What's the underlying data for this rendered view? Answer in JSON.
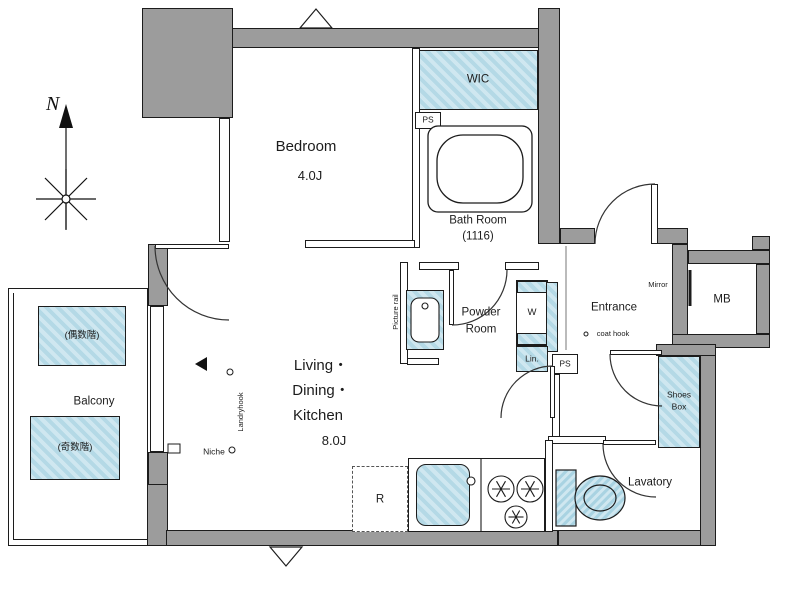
{
  "compass": {
    "north": "N"
  },
  "rooms": {
    "bedroom": {
      "name": "Bedroom",
      "size": "4.0J"
    },
    "wic": {
      "name": "WIC"
    },
    "bath": {
      "name": "Bath Room",
      "size": "(1116)"
    },
    "powder": {
      "name_line1": "Powder",
      "name_line2": "Room"
    },
    "entrance": {
      "name": "Entrance"
    },
    "mb": {
      "name": "MB"
    },
    "ldk": {
      "name_line1": "Living・",
      "name_line2": "Dining・",
      "name_line3": "Kitchen",
      "size": "8.0J"
    },
    "balcony": {
      "name": "Balcony",
      "even_floor_box": "(偶数階)",
      "odd_floor_box": "(奇数階)"
    },
    "lavatory": {
      "name": "Lavatory"
    },
    "shoes_box": {
      "name_line1": "Shoes",
      "name_line2": "Box"
    }
  },
  "fixtures": {
    "pipe_space_top": "PS",
    "pipe_space_hall": "PS",
    "washing_machine": "W",
    "linen": "Lin.",
    "refrigerator": "R",
    "mirror": "Mirror",
    "coat_hook": "coat hook",
    "niche": "Niche",
    "laundry_hook": "Landryhook",
    "picture_rail": "Picture rail"
  },
  "colors": {
    "wall_fill": "#9c9c9c",
    "fixture_fill": "#bfdfe9",
    "line": "#1c1c1c"
  }
}
